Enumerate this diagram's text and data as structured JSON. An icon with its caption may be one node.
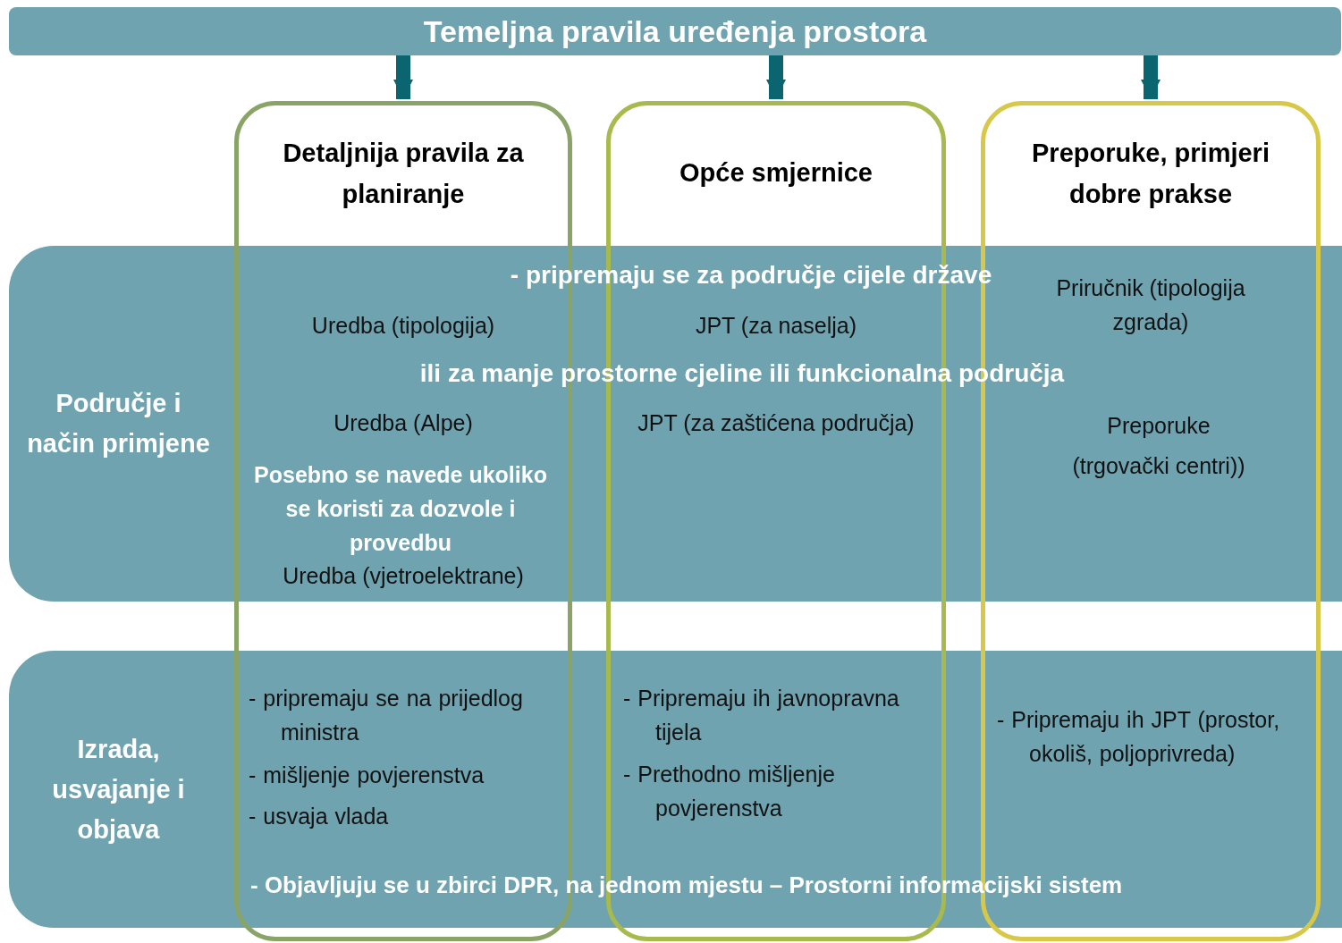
{
  "diagram": {
    "nodes": [
      {
        "text": [
          "Temeljna pravila uređenja prostora"
        ]
      },
      {
        "text": [
          "Detaljnija pravila za planiranje"
        ]
      },
      {
        "text": [
          "Opće smjernice"
        ]
      },
      {
        "text": [
          "Preporuke, primjeri dobre prakse"
        ]
      },
      {
        "text": [
          "Područje i način primjene"
        ]
      },
      {
        "text": [
          "Izrada, usvajanje i objava"
        ]
      }
    ],
    "edges": [
      {
        "from": 0,
        "to": 1,
        "arrow": "to"
      },
      {
        "from": 0,
        "to": 2,
        "arrow": "to"
      },
      {
        "from": 0,
        "to": 3,
        "arrow": "to"
      }
    ],
    "labels": [
      "- pripremaju se za područje cijele države",
      "Priručnik (tipologija zgrada)",
      "Uredba (tipologija)",
      "JPT (za naselja)",
      "ili za manje prostorne cjeline ili funkcionalna područja",
      "Uredba (Alpe)",
      "JPT (za zaštićena područja)",
      "Preporuke",
      "(trgovački centri))",
      "Posebno se navede ukoliko se koristi za dozvole i provedbu",
      "Uredba (vjetroelektrane)",
      "- pripremaju se na prijedlog ministra",
      "- mišljenje povjerenstva",
      "- usvaja vlada",
      "- Pripremaju ih javnopravna tijela",
      "- Prethodno mišljenje povjerenstva",
      "- Pripremaju ih JPT (prostor, okoliš, poljoprivreda)",
      "- Objavljuju se u zbirci DPR, na jednom mjestu – Prostorni informacijski sistem"
    ]
  }
}
